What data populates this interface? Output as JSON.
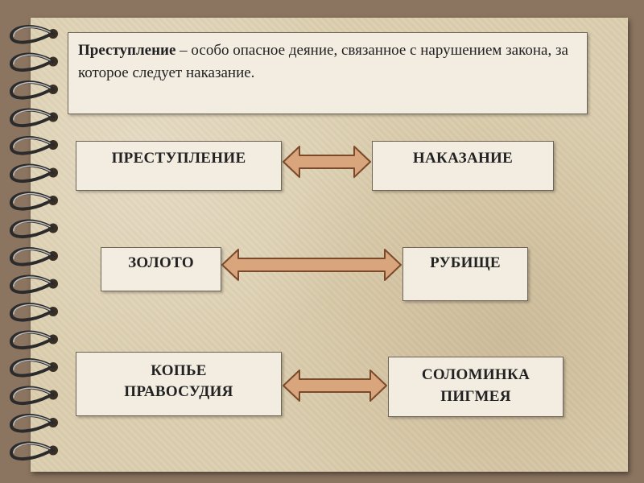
{
  "definition": {
    "term": "Преступление",
    "text": " – особо опасное деяние, связанное с нарушением закона, за которое следует наказание."
  },
  "pairs": [
    {
      "left": "ПРЕСТУПЛЕНИЕ",
      "right": "НАКАЗАНИЕ"
    },
    {
      "left": "ЗОЛОТО",
      "right": "РУБИЩЕ"
    },
    {
      "left": "КОПЬЕ ПРАВОСУДИЯ",
      "right": "СОЛОМИНКА ПИГМЕЯ"
    }
  ],
  "colors": {
    "arrow_fill": "#d9a57c",
    "arrow_stroke": "#7a4a2a",
    "background": "#8b7560",
    "paper": "#dccfb0"
  },
  "icons": [
    "spiral-ring-icon",
    "double-arrow-icon"
  ]
}
